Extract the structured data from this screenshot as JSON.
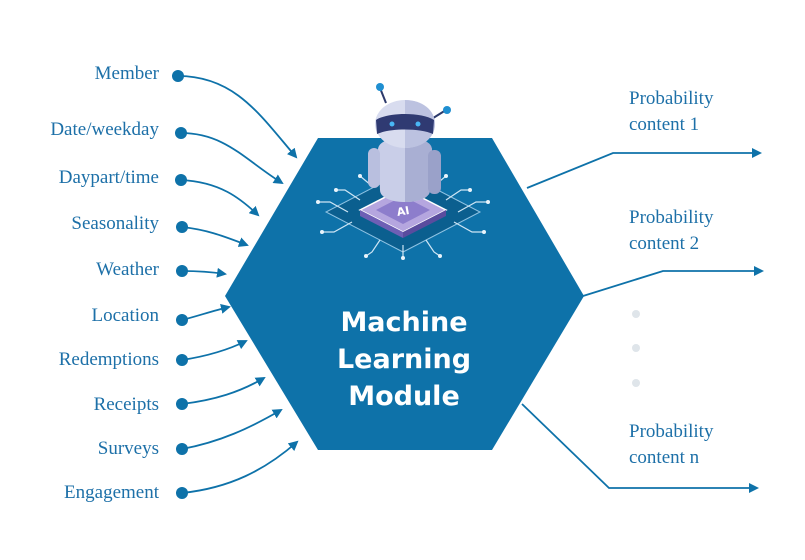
{
  "inputs": [
    "Member",
    "Date/weekday",
    "Daypart/time",
    "Seasonality",
    "Weather",
    "Location",
    "Redemptions",
    "Receipts",
    "Surveys",
    "Engagement"
  ],
  "module": {
    "line1": "Machine",
    "line2": "Learning",
    "line3": "Module",
    "chip_label": "AI"
  },
  "outputs": [
    {
      "line1": "Probability",
      "line2": "content 1"
    },
    {
      "line1": "Probability",
      "line2": "content 2"
    },
    {
      "line1": "Probability",
      "line2": "content n"
    }
  ],
  "colors": {
    "primary": "#0e72a9",
    "dots": "#dfe5ea",
    "text": "#1d70a8"
  }
}
